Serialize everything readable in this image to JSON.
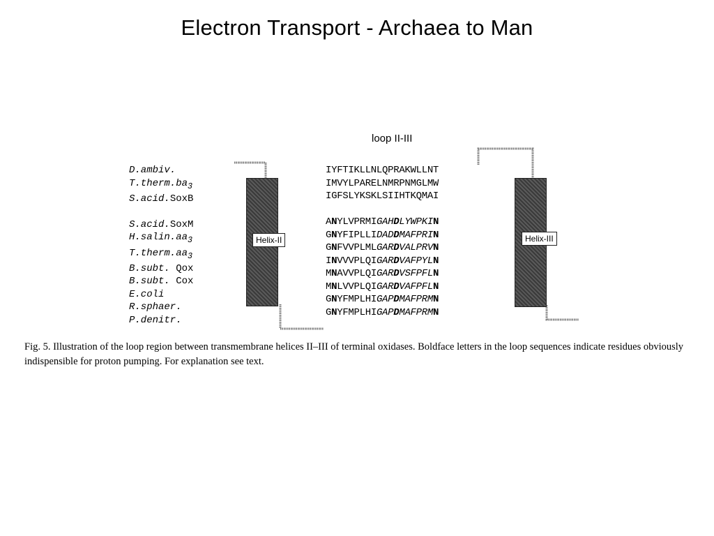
{
  "title": "Electron Transport - Archaea to Man",
  "figure": {
    "loop_label": "loop II-III",
    "helix_left_label": "Helix-II",
    "helix_right_label": "Helix-III",
    "group1": [
      {
        "species": [
          {
            "t": "D.ambiv.",
            "i": true
          }
        ],
        "sequence": [
          {
            "t": "IYFTIKLLNLQPRAKWLLNT"
          }
        ]
      },
      {
        "species": [
          {
            "t": "T.therm.ba",
            "i": true
          },
          {
            "t": "3",
            "sub": true
          }
        ],
        "sequence": [
          {
            "t": "IMVYLPARELNMRPNMGLMW"
          }
        ]
      },
      {
        "species": [
          {
            "t": "S.acid.",
            "i": true
          },
          {
            "t": "SoxB"
          }
        ],
        "sequence": [
          {
            "t": "IGFSLYKSKLSIIHTKQMAI"
          }
        ]
      }
    ],
    "group2": [
      {
        "species": [
          {
            "t": "S.acid.",
            "i": true
          },
          {
            "t": "SoxM"
          }
        ],
        "sequence": [
          {
            "t": "A"
          },
          {
            "t": "N",
            "b": true
          },
          {
            "t": "YLVPRMI"
          },
          {
            "t": "GAH",
            "i": true
          },
          {
            "t": "D",
            "b": true,
            "i": true
          },
          {
            "t": "LYWPKI",
            "i": true
          },
          {
            "t": "N",
            "b": true
          }
        ]
      },
      {
        "species": [
          {
            "t": "H.salin.aa",
            "i": true
          },
          {
            "t": "3",
            "sub": true
          }
        ],
        "sequence": [
          {
            "t": "G"
          },
          {
            "t": "N",
            "b": true
          },
          {
            "t": "YFIPLLI"
          },
          {
            "t": "DAD",
            "i": true
          },
          {
            "t": "D",
            "b": true,
            "i": true
          },
          {
            "t": "MAFPRI",
            "i": true
          },
          {
            "t": "N",
            "b": true
          }
        ]
      },
      {
        "species": [
          {
            "t": "T.therm.aa",
            "i": true
          },
          {
            "t": "3",
            "sub": true
          }
        ],
        "sequence": [
          {
            "t": "G"
          },
          {
            "t": "N",
            "b": true
          },
          {
            "t": "FVVPLML"
          },
          {
            "t": "GAR",
            "i": true
          },
          {
            "t": "D",
            "b": true,
            "i": true
          },
          {
            "t": "VALPRV",
            "i": true
          },
          {
            "t": "N",
            "b": true
          }
        ]
      },
      {
        "species": [
          {
            "t": "B.subt.",
            "i": true
          },
          {
            "t": " Qox"
          }
        ],
        "sequence": [
          {
            "t": "I"
          },
          {
            "t": "N",
            "b": true
          },
          {
            "t": "VVVPLQI"
          },
          {
            "t": "GAR",
            "i": true
          },
          {
            "t": "D",
            "b": true,
            "i": true
          },
          {
            "t": "VAFPYL",
            "i": true
          },
          {
            "t": "N",
            "b": true
          }
        ]
      },
      {
        "species": [
          {
            "t": "B.subt.",
            "i": true
          },
          {
            "t": " Cox"
          }
        ],
        "sequence": [
          {
            "t": "M"
          },
          {
            "t": "N",
            "b": true
          },
          {
            "t": "AVVPLQI"
          },
          {
            "t": "GAR",
            "i": true
          },
          {
            "t": "D",
            "b": true,
            "i": true
          },
          {
            "t": "VSFPFL",
            "i": true
          },
          {
            "t": "N",
            "b": true
          }
        ]
      },
      {
        "species": [
          {
            "t": "E.coli",
            "i": true
          }
        ],
        "sequence": [
          {
            "t": "M"
          },
          {
            "t": "N",
            "b": true
          },
          {
            "t": "LVVPLQI"
          },
          {
            "t": "GAR",
            "i": true
          },
          {
            "t": "D",
            "b": true,
            "i": true
          },
          {
            "t": "VAFPFL",
            "i": true
          },
          {
            "t": "N",
            "b": true
          }
        ]
      },
      {
        "species": [
          {
            "t": "R.sphaer.",
            "i": true
          }
        ],
        "sequence": [
          {
            "t": "G"
          },
          {
            "t": "N",
            "b": true
          },
          {
            "t": "YFMPLHI"
          },
          {
            "t": "GAP",
            "i": true
          },
          {
            "t": "D",
            "b": true,
            "i": true
          },
          {
            "t": "MAFPRM",
            "i": true
          },
          {
            "t": "N",
            "b": true
          }
        ]
      },
      {
        "species": [
          {
            "t": "P.denitr.",
            "i": true
          }
        ],
        "sequence": [
          {
            "t": "G"
          },
          {
            "t": "N",
            "b": true
          },
          {
            "t": "YFMPLHI"
          },
          {
            "t": "GAP",
            "i": true
          },
          {
            "t": "D",
            "b": true,
            "i": true
          },
          {
            "t": "MAFPRM",
            "i": true
          },
          {
            "t": "N",
            "b": true
          }
        ]
      }
    ]
  },
  "caption": "Fig. 5. Illustration of the loop region between transmembrane helices II–III of terminal oxidases. Boldface letters in the loop sequences indicate residues obviously indispensible for proton pumping. For explanation see text."
}
